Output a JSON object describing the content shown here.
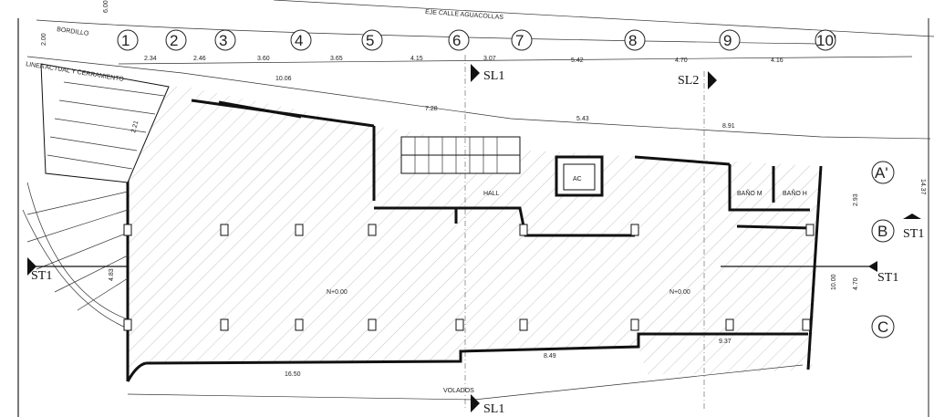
{
  "street": {
    "axis_label": "EJE CALLE AGUACOLLAS",
    "curb_label": "BORDILLO",
    "fence_label": "LINEA ACTUAL Y CERRAMIENTO",
    "setback_left": "6.00",
    "setback_mid": "2.00"
  },
  "grid_columns": [
    "1",
    "2",
    "3",
    "4",
    "5",
    "6",
    "7",
    "8",
    "9",
    "10'"
  ],
  "grid_rows": [
    "A'",
    "B",
    "C"
  ],
  "top_dims": [
    "2.34",
    "2.46",
    "3.60",
    "3.65",
    "4.15",
    "3.07",
    "5.42",
    "4.70",
    "4.16"
  ],
  "inner_dims": {
    "d1": "10.06",
    "d2": "7.28",
    "d3": "5.43",
    "d4": "8.91",
    "left_vertical": "4.83",
    "stair_dim": "2.21",
    "right_total": "14.37",
    "right_a": "2.93",
    "right_b": "4.70",
    "right_inner": "10.00",
    "bottom_left": "16.50",
    "bottom_mid": "8.49",
    "bottom_right": "9.37"
  },
  "rooms": {
    "hall": "HALL",
    "ac": "AC",
    "bano_m": "BAÑO M",
    "bano_h": "BAÑO H",
    "volados": "VOLADOS"
  },
  "levels": {
    "left": "N+0.00",
    "right": "N+0.00"
  },
  "sections": {
    "sl1": "SL1",
    "sl2": "SL2",
    "st1": "ST1"
  }
}
